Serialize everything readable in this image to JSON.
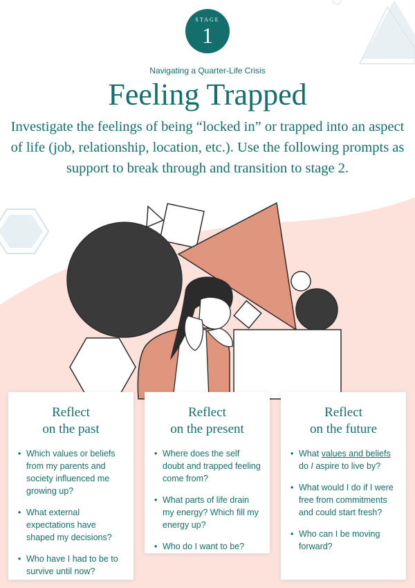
{
  "badge": {
    "stage_label": "STAGE",
    "number": "1"
  },
  "eyebrow": "Navigating a Quarter-Life Crisis",
  "title": "Feeling Trapped",
  "intro": "Investigate the feelings of being “locked in” or trapped into an aspect of life (job, relationship, location, etc.). Use the following prompts as support to break through and transition to stage 2.",
  "colors": {
    "teal": "#146e6b",
    "peach": "#fce2db",
    "terracotta": "#e0957e",
    "charcoal": "#3a3a3a"
  },
  "cards": [
    {
      "heading_line1": "Reflect",
      "heading_line2": "on the past",
      "items": [
        "Which values or beliefs from my parents and society influenced me growing up?",
        "What external expectations have shaped my decisions?",
        "Who have I had to be to survive until now?"
      ]
    },
    {
      "heading_line1": "Reflect",
      "heading_line2": "on the present",
      "items": [
        "Where does the self doubt and trapped feeling come from?",
        "What parts of life drain my energy? Which fill my energy up?",
        "Who do I want to be?"
      ]
    },
    {
      "heading_line1": "Reflect",
      "heading_line2": "on the future",
      "item1": {
        "pre": "What ",
        "link": "values and beliefs",
        "mid": " do ",
        "em": "I",
        "post": " aspire to live by?"
      },
      "items": [
        "What would I do if I were free from commitments and could start fresh?",
        "Who can I be moving forward?"
      ]
    }
  ]
}
